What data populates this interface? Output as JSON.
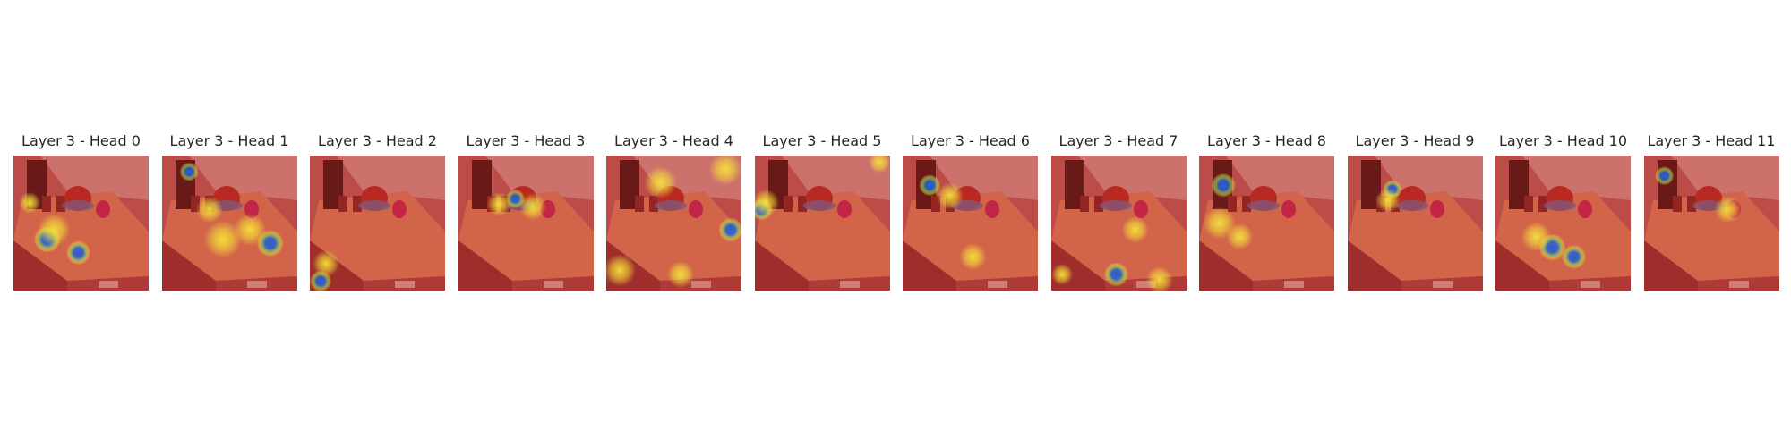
{
  "panels": [
    {
      "title": "Layer 3 - Head 0",
      "hotspots": [
        [
          0.12,
          0.35,
          0.08,
          "y"
        ],
        [
          0.25,
          0.62,
          0.1,
          "b"
        ],
        [
          0.48,
          0.72,
          0.09,
          "b"
        ],
        [
          0.3,
          0.55,
          0.12,
          "y"
        ]
      ]
    },
    {
      "title": "Layer 3 - Head 1",
      "hotspots": [
        [
          0.2,
          0.12,
          0.07,
          "b"
        ],
        [
          0.8,
          0.65,
          0.1,
          "b"
        ],
        [
          0.45,
          0.62,
          0.14,
          "y"
        ],
        [
          0.65,
          0.55,
          0.12,
          "y"
        ],
        [
          0.35,
          0.4,
          0.1,
          "y"
        ]
      ]
    },
    {
      "title": "Layer 3 - Head 2",
      "hotspots": [
        [
          0.08,
          0.93,
          0.08,
          "b"
        ],
        [
          0.12,
          0.8,
          0.1,
          "y"
        ]
      ]
    },
    {
      "title": "Layer 3 - Head 3",
      "hotspots": [
        [
          0.3,
          0.36,
          0.09,
          "y"
        ],
        [
          0.42,
          0.32,
          0.07,
          "b"
        ],
        [
          0.55,
          0.38,
          0.1,
          "y"
        ]
      ]
    },
    {
      "title": "Layer 3 - Head 4",
      "hotspots": [
        [
          0.92,
          0.55,
          0.09,
          "b"
        ],
        [
          0.88,
          0.1,
          0.12,
          "y"
        ],
        [
          0.4,
          0.2,
          0.12,
          "y"
        ],
        [
          0.1,
          0.85,
          0.12,
          "y"
        ],
        [
          0.55,
          0.88,
          0.1,
          "y"
        ]
      ]
    },
    {
      "title": "Layer 3 - Head 5",
      "hotspots": [
        [
          0.05,
          0.4,
          0.08,
          "b"
        ],
        [
          0.08,
          0.35,
          0.1,
          "y"
        ],
        [
          0.92,
          0.05,
          0.08,
          "y"
        ]
      ]
    },
    {
      "title": "Layer 3 - Head 6",
      "hotspots": [
        [
          0.2,
          0.22,
          0.08,
          "b"
        ],
        [
          0.52,
          0.75,
          0.1,
          "y"
        ],
        [
          0.35,
          0.3,
          0.1,
          "y"
        ]
      ]
    },
    {
      "title": "Layer 3 - Head 7",
      "hotspots": [
        [
          0.48,
          0.88,
          0.09,
          "b"
        ],
        [
          0.08,
          0.88,
          0.08,
          "y"
        ],
        [
          0.8,
          0.92,
          0.1,
          "y"
        ],
        [
          0.62,
          0.55,
          0.1,
          "y"
        ]
      ]
    },
    {
      "title": "Layer 3 - Head 8",
      "hotspots": [
        [
          0.18,
          0.22,
          0.09,
          "b"
        ],
        [
          0.15,
          0.5,
          0.12,
          "y"
        ],
        [
          0.3,
          0.6,
          0.1,
          "y"
        ]
      ]
    },
    {
      "title": "Layer 3 - Head 9",
      "hotspots": [
        [
          0.33,
          0.25,
          0.07,
          "b"
        ],
        [
          0.3,
          0.33,
          0.09,
          "y"
        ]
      ]
    },
    {
      "title": "Layer 3 - Head 10",
      "hotspots": [
        [
          0.42,
          0.68,
          0.1,
          "b"
        ],
        [
          0.3,
          0.6,
          0.11,
          "y"
        ],
        [
          0.58,
          0.75,
          0.09,
          "b"
        ]
      ]
    },
    {
      "title": "Layer 3 - Head 11",
      "hotspots": [
        [
          0.15,
          0.15,
          0.07,
          "b"
        ],
        [
          0.62,
          0.4,
          0.1,
          "y"
        ]
      ]
    }
  ],
  "colors": {
    "overlay_base": "#c4302b",
    "hot_yellow": "#f5e13a",
    "hot_green": "#7fd36a",
    "hot_blue": "#2a5fd0",
    "floor": "#d9805a",
    "wall": "#b85b58"
  }
}
